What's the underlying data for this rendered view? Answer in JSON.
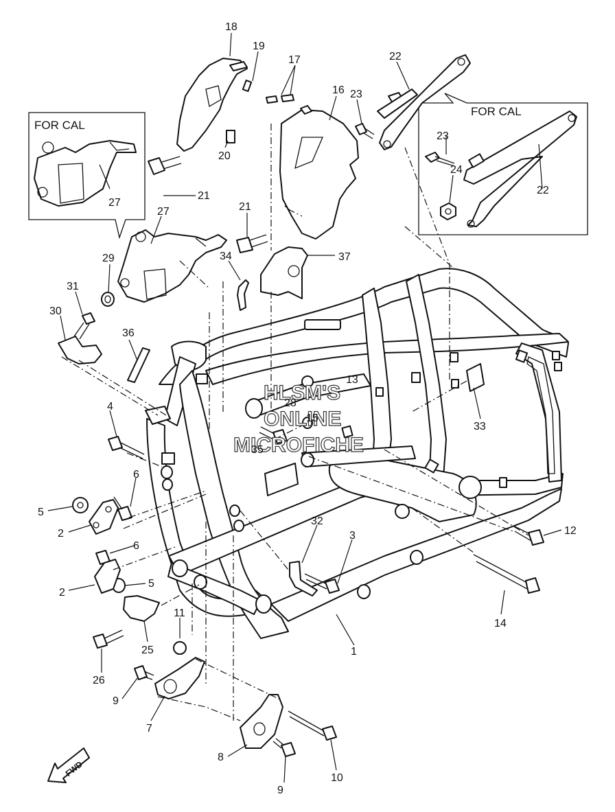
{
  "callouts": [
    "1",
    "2",
    "2",
    "3",
    "4",
    "5",
    "5",
    "6",
    "6",
    "7",
    "8",
    "9",
    "9",
    "10",
    "11",
    "12",
    "13",
    "14",
    "15",
    "16",
    "17",
    "18",
    "19",
    "20",
    "21",
    "21",
    "22",
    "22",
    "23",
    "23",
    "24",
    "25",
    "26",
    "27",
    "27",
    "28",
    "29",
    "30",
    "31",
    "32",
    "33",
    "34",
    "35",
    "36",
    "37"
  ],
  "inset_label": "FOR CAL",
  "watermark": {
    "line1": "HLSM'S",
    "line2": "ONLINE",
    "line3": "MICROFICHE"
  },
  "fwd_label": "FWD"
}
